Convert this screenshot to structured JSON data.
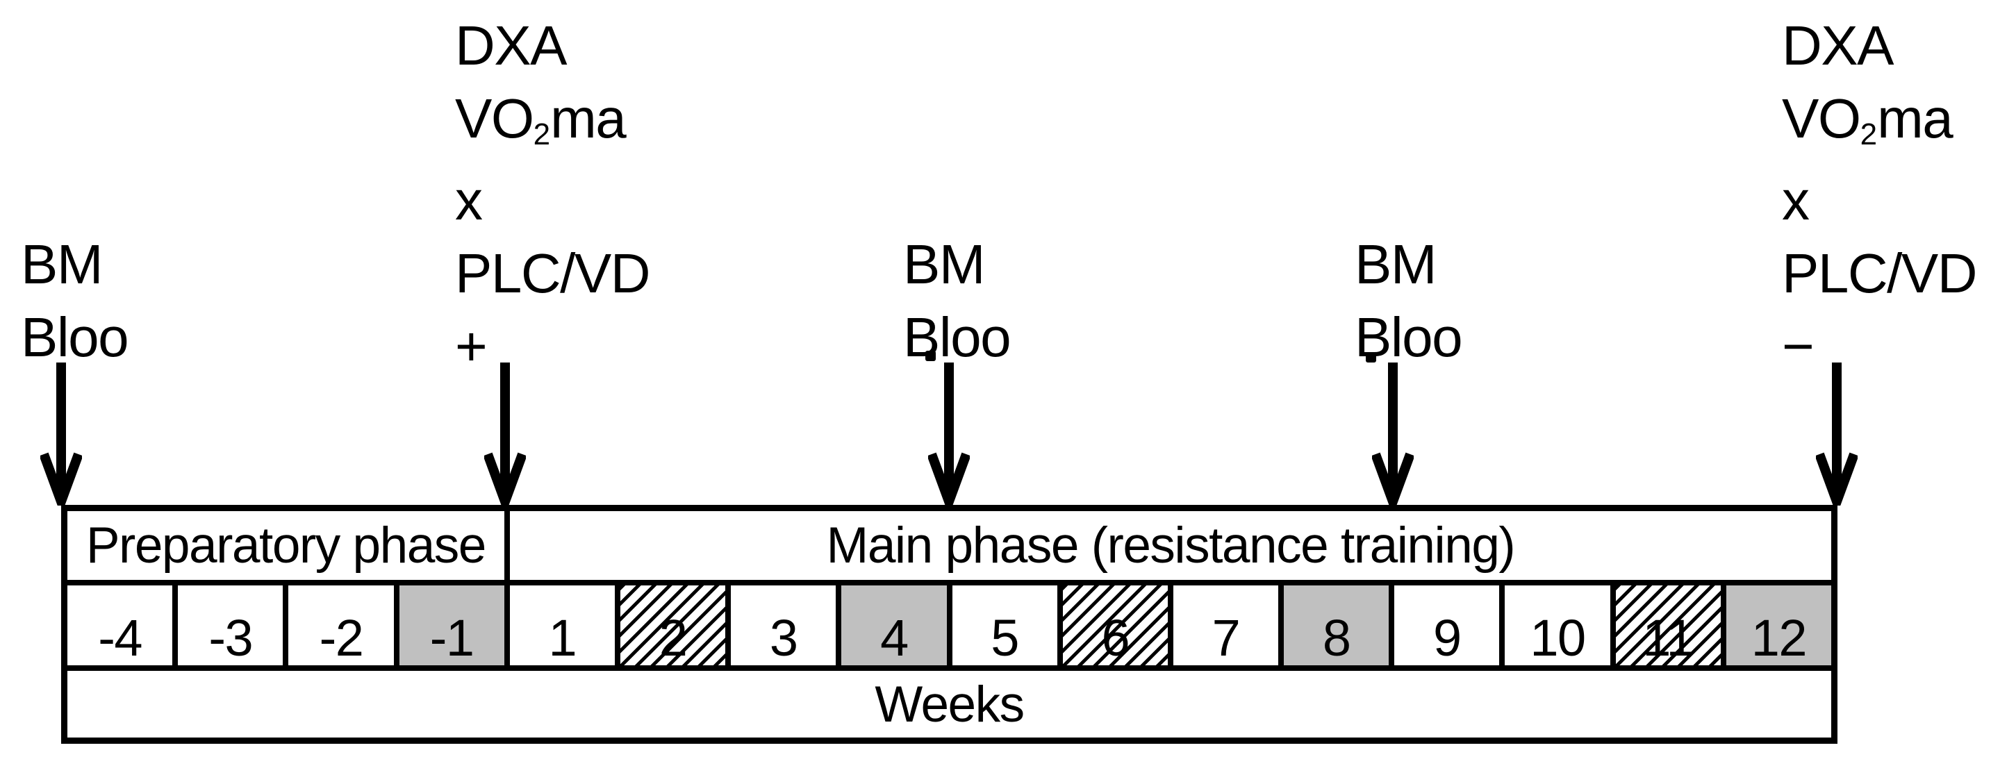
{
  "annotations": [
    {
      "lines": {
        "l1": "BM",
        "l2": "Bloo"
      }
    },
    {
      "l1": "DXA",
      "vo2_prefix": "VO",
      "vo2_sub": "2",
      "vo2_suffix": "ma",
      "l3": "x",
      "l4": "PLC/VD",
      "l5": "+"
    },
    {
      "lines": {
        "l1": "BM",
        "l2": "Bloo"
      }
    },
    {
      "lines": {
        "l1": "BM",
        "l2": "Bloo"
      }
    },
    {
      "l1": "DXA",
      "vo2_prefix": "VO",
      "vo2_sub": "2",
      "vo2_suffix": "ma",
      "l3": "x",
      "l4": "PLC/VD",
      "l5": "−"
    }
  ],
  "timeline": {
    "phases": [
      {
        "label": "Preparatory phase"
      },
      {
        "label": "Main phase (resistance training)"
      }
    ],
    "weeks": [
      {
        "label": "-4",
        "shade": "plain"
      },
      {
        "label": "-3",
        "shade": "plain"
      },
      {
        "label": "-2",
        "shade": "plain"
      },
      {
        "label": "-1",
        "shade": "gray"
      },
      {
        "label": "1",
        "shade": "plain"
      },
      {
        "label": "2",
        "shade": "hatch"
      },
      {
        "label": "3",
        "shade": "plain"
      },
      {
        "label": "4",
        "shade": "gray"
      },
      {
        "label": "5",
        "shade": "plain"
      },
      {
        "label": "6",
        "shade": "hatch"
      },
      {
        "label": "7",
        "shade": "plain"
      },
      {
        "label": "8",
        "shade": "gray"
      },
      {
        "label": "9",
        "shade": "plain"
      },
      {
        "label": "10",
        "shade": "plain"
      },
      {
        "label": "11",
        "shade": "hatch"
      },
      {
        "label": "12",
        "shade": "gray"
      }
    ],
    "axis_label": "Weeks"
  },
  "colors": {
    "shaded_week_fill": "#c0c0c0",
    "hatch_line": "#000000",
    "line": "#000000",
    "background": "#ffffff"
  }
}
